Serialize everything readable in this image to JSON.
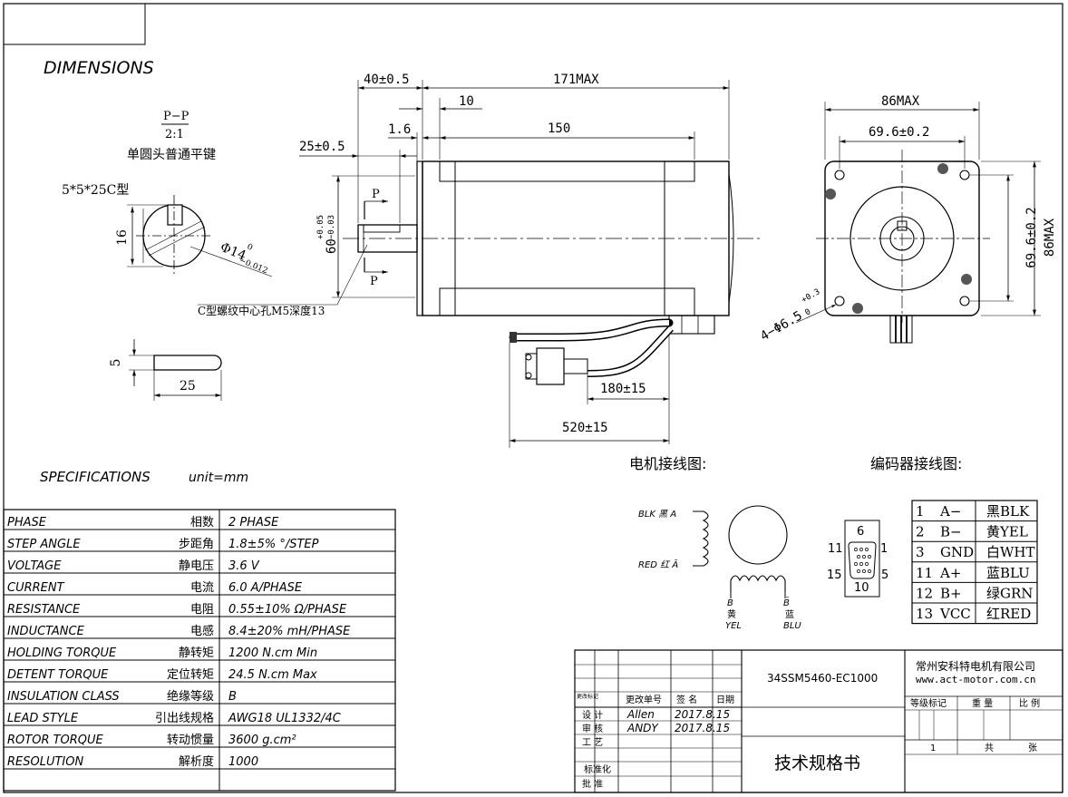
{
  "sheet": {
    "title_label": "DIMENSIONS",
    "specs_title": "SPECIFICATIONS",
    "unit_note": "unit=mm",
    "motor_wiring_title": "电机接线图:",
    "encoder_wiring_title": "编码器接线图:"
  },
  "dims": {
    "d_40": "40±0.5",
    "d_171": "171MAX",
    "d_10": "10",
    "d_1_6": "1.6",
    "d_150": "150",
    "d_25": "25±0.5",
    "d_60": "60",
    "d_60_tol_up": "+0.05",
    "d_60_tol_dn": "−0.03",
    "d_86w": "86MAX",
    "d_69w": "69.6±0.2",
    "d_69h": "69.6±0.2",
    "d_86h": "86MAX",
    "d_hole": "4−Φ6.5",
    "d_hole_tol_up": "+0.3",
    "d_hole_tol_dn": "0",
    "d_180": "180±15",
    "d_520": "520±15",
    "section_pp": "P−P",
    "section_scale": "2:1",
    "key_title": "单圆头普通平键",
    "key_spec": "5*5*25C型",
    "key_16": "16",
    "shaft_dia": "Φ14",
    "shaft_tol_up": "0",
    "shaft_tol_dn": "−0.012",
    "center_hole": "C型螺纹中心孔M5深度13",
    "p_top": "P",
    "p_bottom": "P",
    "key_w": "5",
    "key_len": "25"
  },
  "specs": [
    {
      "en": "PHASE",
      "cn": "相数",
      "value": "2  PHASE"
    },
    {
      "en": "STEP ANGLE",
      "cn": "步距角",
      "value": "1.8±5% °/STEP"
    },
    {
      "en": "VOLTAGE",
      "cn": "静电压",
      "value": "3.6 V"
    },
    {
      "en": "CURRENT",
      "cn": "电流",
      "value": "6.0 A/PHASE"
    },
    {
      "en": "RESISTANCE",
      "cn": "电阻",
      "value": "0.55±10%  Ω/PHASE"
    },
    {
      "en": "INDUCTANCE",
      "cn": "电感",
      "value": "8.4±20% mH/PHASE"
    },
    {
      "en": "HOLDING TORQUE",
      "cn": "静转矩",
      "value": "1200  N.cm Min"
    },
    {
      "en": "DETENT TORQUE",
      "cn": "定位转矩",
      "value": "24.5 N.cm Max"
    },
    {
      "en": "INSULATION CLASS",
      "cn": "绝缘等级",
      "value": "B"
    },
    {
      "en": "LEAD STYLE",
      "cn": "引出线规格",
      "value": "AWG18 UL1332/4C"
    },
    {
      "en": "ROTOR TORQUE",
      "cn": "转动惯量",
      "value": "3600 g.cm²"
    },
    {
      "en": "RESOLUTION",
      "cn": "解析度",
      "value": "1000"
    }
  ],
  "motor_wiring": {
    "blk_label": "BLK 黑 A",
    "red_label": "RED 红 Ā",
    "b_left": "B",
    "b_left_cn": "黄",
    "b_left_en": "YEL",
    "b_right": "B̄",
    "b_right_cn": "蓝",
    "b_right_en": "BLU"
  },
  "connector": {
    "pin_6": "6",
    "pin_11": "11",
    "pin_1": "1",
    "pin_15": "15",
    "pin_5": "5",
    "pin_10": "10"
  },
  "encoder_pins": [
    {
      "pin": "1",
      "signal": "A−",
      "color": "黑BLK"
    },
    {
      "pin": "2",
      "signal": "B−",
      "color": "黄YEL"
    },
    {
      "pin": "3",
      "signal": "GND",
      "color": "白WHT"
    },
    {
      "pin": "11",
      "signal": "A+",
      "color": "蓝BLU"
    },
    {
      "pin": "12",
      "signal": "B+",
      "color": "绿GRN"
    },
    {
      "pin": "13",
      "signal": "VCC",
      "color": "红RED"
    }
  ],
  "title_block": {
    "model": "34SSM5460-EC1000",
    "company": "常州安科特电机有限公司",
    "website": "www.act-motor.com.cn",
    "doc_title": "技术规格书",
    "col_mark": "更改标记",
    "col_change_no": "更改单号",
    "col_sign": "签  名",
    "col_date": "日期",
    "row_design": "设  计",
    "row_review": "审  核",
    "row_process": "工  艺",
    "row_standard": "标准化",
    "row_approve": "批  准",
    "designer": "Allen",
    "design_date": "2017.8.15",
    "reviewer": "ANDY",
    "review_date": "2017.8.15",
    "grade_label": "等级标记",
    "weight_label": "重  量",
    "scale_label": "比  例",
    "sheet_num": "1",
    "total_label": "共",
    "sheet_label": "张"
  }
}
